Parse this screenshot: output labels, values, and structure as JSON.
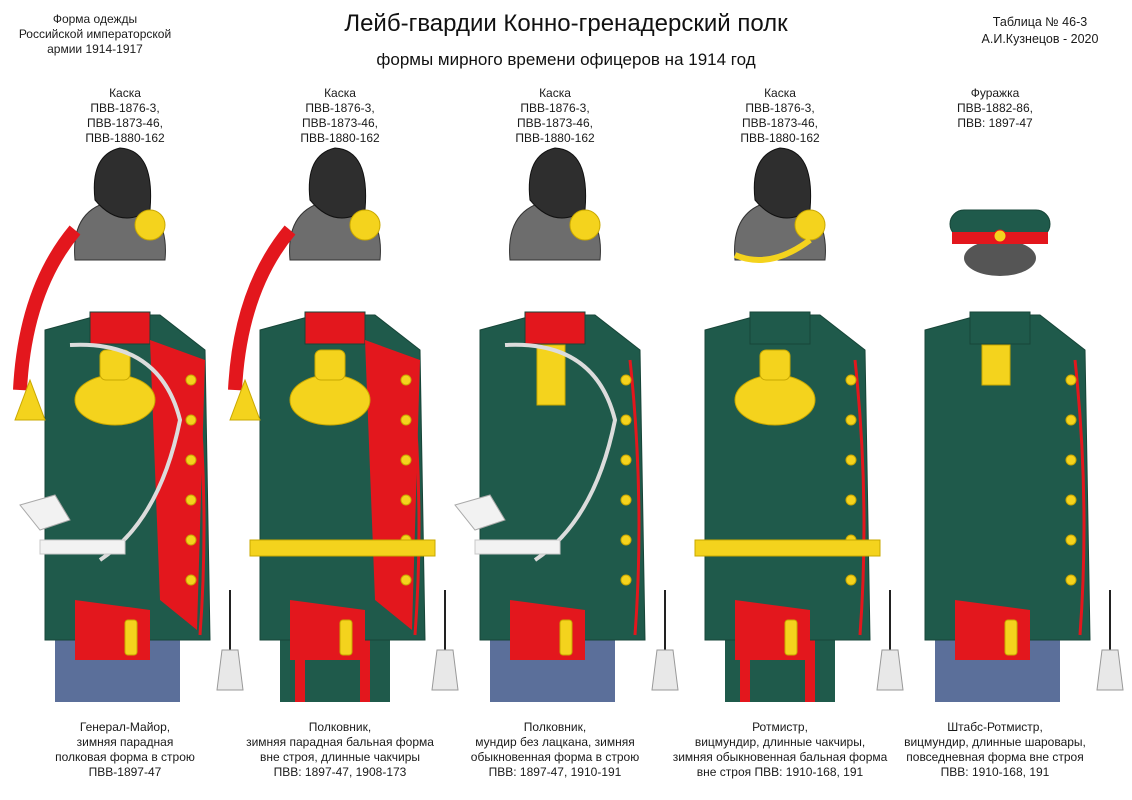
{
  "header": {
    "left_lines": [
      "Форма одежды",
      "Российской императорской",
      "армии 1914-1917"
    ],
    "title": "Лейб-гвардии Конно-гренадерский полк",
    "subtitle": "формы мирного времени офицеров на 1914 год",
    "right_lines": [
      "Таблица №  46-3",
      "А.И.Кузнецов - 2020"
    ]
  },
  "colors": {
    "tunic": "#1f5a4b",
    "tunic_dark": "#174538",
    "red": "#e3171d",
    "gold": "#f4d31d",
    "gold_dark": "#c9a800",
    "trousers": "#5b6f9a",
    "helmet": "#2e2e2e",
    "helmet_light": "#6d6d6d"
  },
  "figures": [
    {
      "headwear": [
        "Каска",
        "ПВВ-1876-3,",
        "ПВВ-1873-46,",
        "ПВВ-1880-162"
      ],
      "caption": [
        "Генерал-Майор,",
        "зимняя парадная",
        "полковая форма в строю",
        "ПВВ-1897-47"
      ],
      "headwear_type": "plumed-helmet",
      "lapel": "red",
      "epaulette": true,
      "aiguillette": true,
      "sash": "white-sash",
      "trousers": "blue"
    },
    {
      "headwear": [
        "Каска",
        "ПВВ-1876-3,",
        "ПВВ-1873-46,",
        "ПВВ-1880-162"
      ],
      "caption": [
        "Полковник,",
        "зимняя парадная бальная форма",
        "вне строя, длинные чакчиры",
        "ПВВ: 1897-47, 1908-173"
      ],
      "headwear_type": "plumed-helmet",
      "lapel": "red",
      "epaulette": true,
      "aiguillette": false,
      "sash": "gold-belt",
      "trousers": "green-striped"
    },
    {
      "headwear": [
        "Каска",
        "ПВВ-1876-3,",
        "ПВВ-1873-46,",
        "ПВВ-1880-162"
      ],
      "caption": [
        "Полковник,",
        "мундир без лацкана, зимняя",
        "обыкновенная форма в строю",
        "ПВВ: 1897-47, 1910-191"
      ],
      "headwear_type": "helmet",
      "lapel": "none",
      "epaulette": false,
      "aiguillette": true,
      "sash": "white-sash",
      "trousers": "blue"
    },
    {
      "headwear": [
        "Каска",
        "ПВВ-1876-3,",
        "ПВВ-1873-46,",
        "ПВВ-1880-162"
      ],
      "caption": [
        "Ротмистр,",
        "вицмундир, длинные чакчиры,",
        "зимняя обыкновенная бальная форма",
        "вне строя ПВВ: 1910-168, 191"
      ],
      "headwear_type": "helmet-cord",
      "lapel": "none",
      "epaulette": true,
      "aiguillette": false,
      "sash": "gold-belt",
      "trousers": "green-striped"
    },
    {
      "headwear": [
        "Фуражка",
        "ПВВ-1882-86,",
        "ПВВ: 1897-47"
      ],
      "caption": [
        "Штабс-Ротмистр,",
        "вицмундир, длинные шаровары,",
        "повседневная форма вне строя",
        "ПВВ: 1910-168, 191"
      ],
      "headwear_type": "cap",
      "lapel": "none",
      "epaulette": false,
      "aiguillette": false,
      "sash": "none",
      "trousers": "blue"
    }
  ]
}
